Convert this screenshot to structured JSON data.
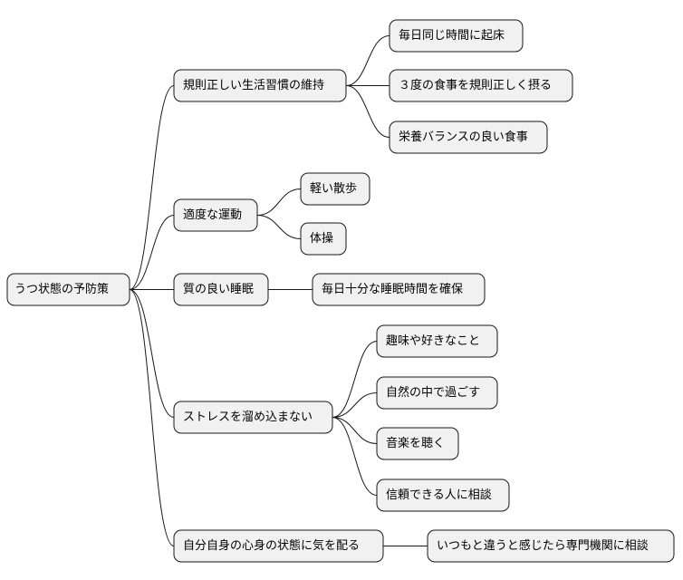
{
  "root": {
    "label": "うつ状態の予防策"
  },
  "branches": [
    {
      "label": "規則正しい生活習慣の維持",
      "children": [
        "毎日同じ時間に起床",
        "３度の食事を規則正しく摂る",
        "栄養バランスの良い食事"
      ]
    },
    {
      "label": "適度な運動",
      "children": [
        "軽い散歩",
        "体操"
      ]
    },
    {
      "label": "質の良い睡眠",
      "children": [
        "毎日十分な睡眠時間を確保"
      ]
    },
    {
      "label": "ストレスを溜め込まない",
      "children": [
        "趣味や好きなこと",
        "自然の中で過ごす",
        "音楽を聴く",
        "信頼できる人に相談"
      ]
    },
    {
      "label": "自分自身の心身の状態に気を配る",
      "children": [
        "いつもと違うと感じたら専門機関に相談"
      ]
    }
  ],
  "colors": {
    "node_fill": "#f1f1f1",
    "node_stroke": "#181818",
    "line": "#181818"
  }
}
